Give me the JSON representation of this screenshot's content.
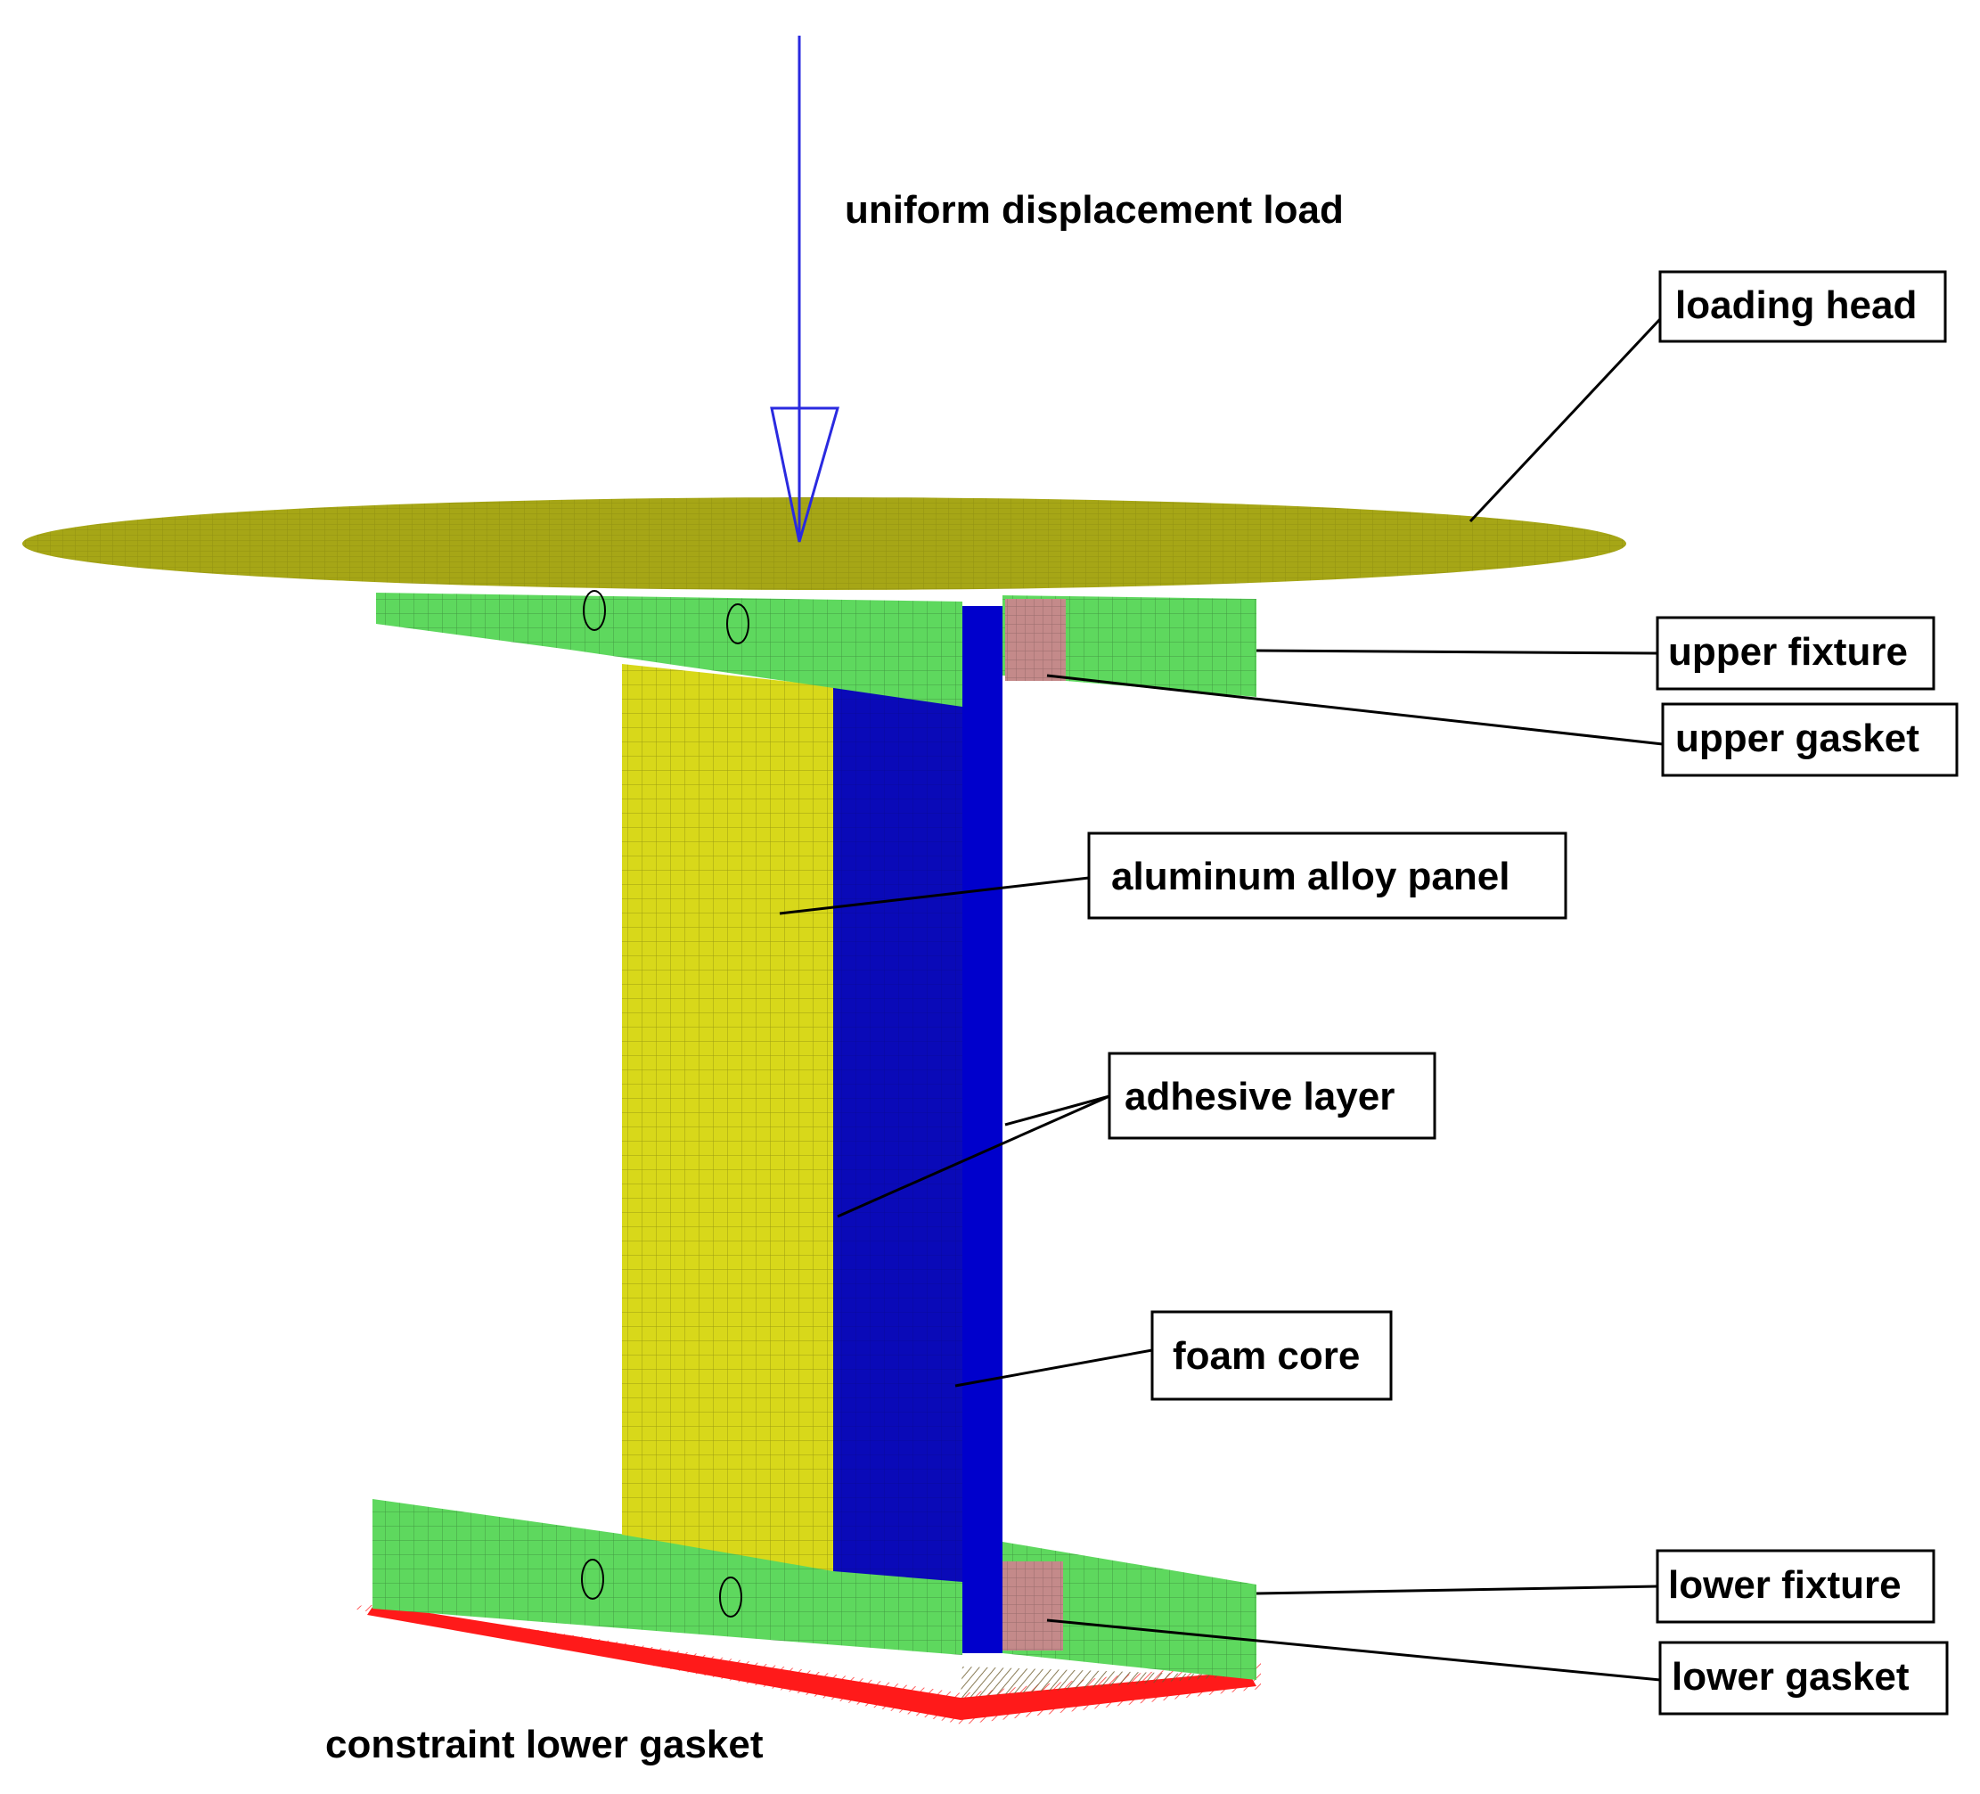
{
  "diagram": {
    "load_label": "uniform displacement load",
    "constraint_label": "constraint lower gasket",
    "callouts": {
      "loading_head": "loading head",
      "upper_fixture": "upper fixture",
      "upper_gasket": "upper gasket",
      "aluminum_panel": "aluminum alloy panel",
      "adhesive_layer": "adhesive layer",
      "foam_core": "foam core",
      "lower_fixture": "lower fixture",
      "lower_gasket": "lower gasket"
    },
    "colors": {
      "loading_head": "#a6a616",
      "fixture": "#5ed85e",
      "panel": "#d8d81a",
      "foam_core": "#0a0ab8",
      "gasket": "#c48a8a",
      "constraint": "#ff1a1a",
      "load_arrow": "#2a2ae0"
    }
  }
}
